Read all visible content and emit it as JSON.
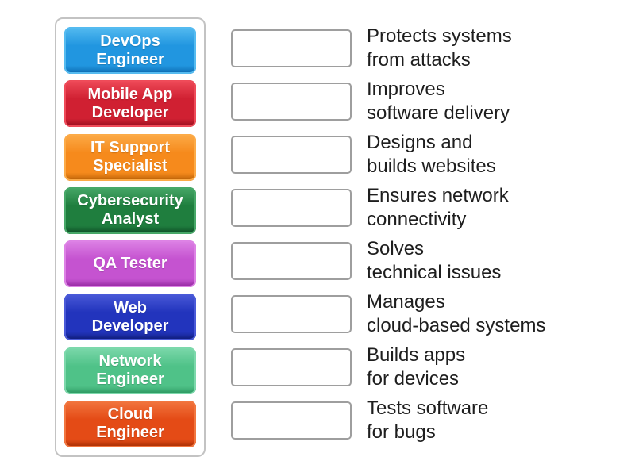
{
  "tiles": [
    {
      "label": "DevOps\nEngineer",
      "color_main": "#2196e0",
      "color_light": "#55bbf0",
      "color_dark": "#0f6fb4"
    },
    {
      "label": "Mobile App\nDeveloper",
      "color_main": "#d02032",
      "color_light": "#ef4b59",
      "color_dark": "#9c1120"
    },
    {
      "label": "IT Support\nSpecialist",
      "color_main": "#f68a1c",
      "color_light": "#fcab48",
      "color_dark": "#c1660a"
    },
    {
      "label": "Cybersecurity\nAnalyst",
      "color_main": "#1f7e3e",
      "color_light": "#47a868",
      "color_dark": "#115129"
    },
    {
      "label": "QA Tester",
      "color_main": "#c553d0",
      "color_light": "#dd82e5",
      "color_dark": "#992ca6"
    },
    {
      "label": "Web\nDeveloper",
      "color_main": "#2234bd",
      "color_light": "#4a5ad8",
      "color_dark": "#121f7d"
    },
    {
      "label": "Network\nEngineer",
      "color_main": "#4fc288",
      "color_light": "#7cd8ab",
      "color_dark": "#2f9a63"
    },
    {
      "label": "Cloud\nEngineer",
      "color_main": "#e44b16",
      "color_light": "#f2763f",
      "color_dark": "#ad3106"
    }
  ],
  "matches": [
    {
      "description": "Protects systems\nfrom attacks"
    },
    {
      "description": "Improves\nsoftware delivery"
    },
    {
      "description": "Designs and\nbuilds websites"
    },
    {
      "description": "Ensures network\nconnectivity"
    },
    {
      "description": "Solves\ntechnical issues"
    },
    {
      "description": "Manages\ncloud-based systems"
    },
    {
      "description": "Builds apps\nfor devices"
    },
    {
      "description": "Tests software\nfor bugs"
    }
  ]
}
